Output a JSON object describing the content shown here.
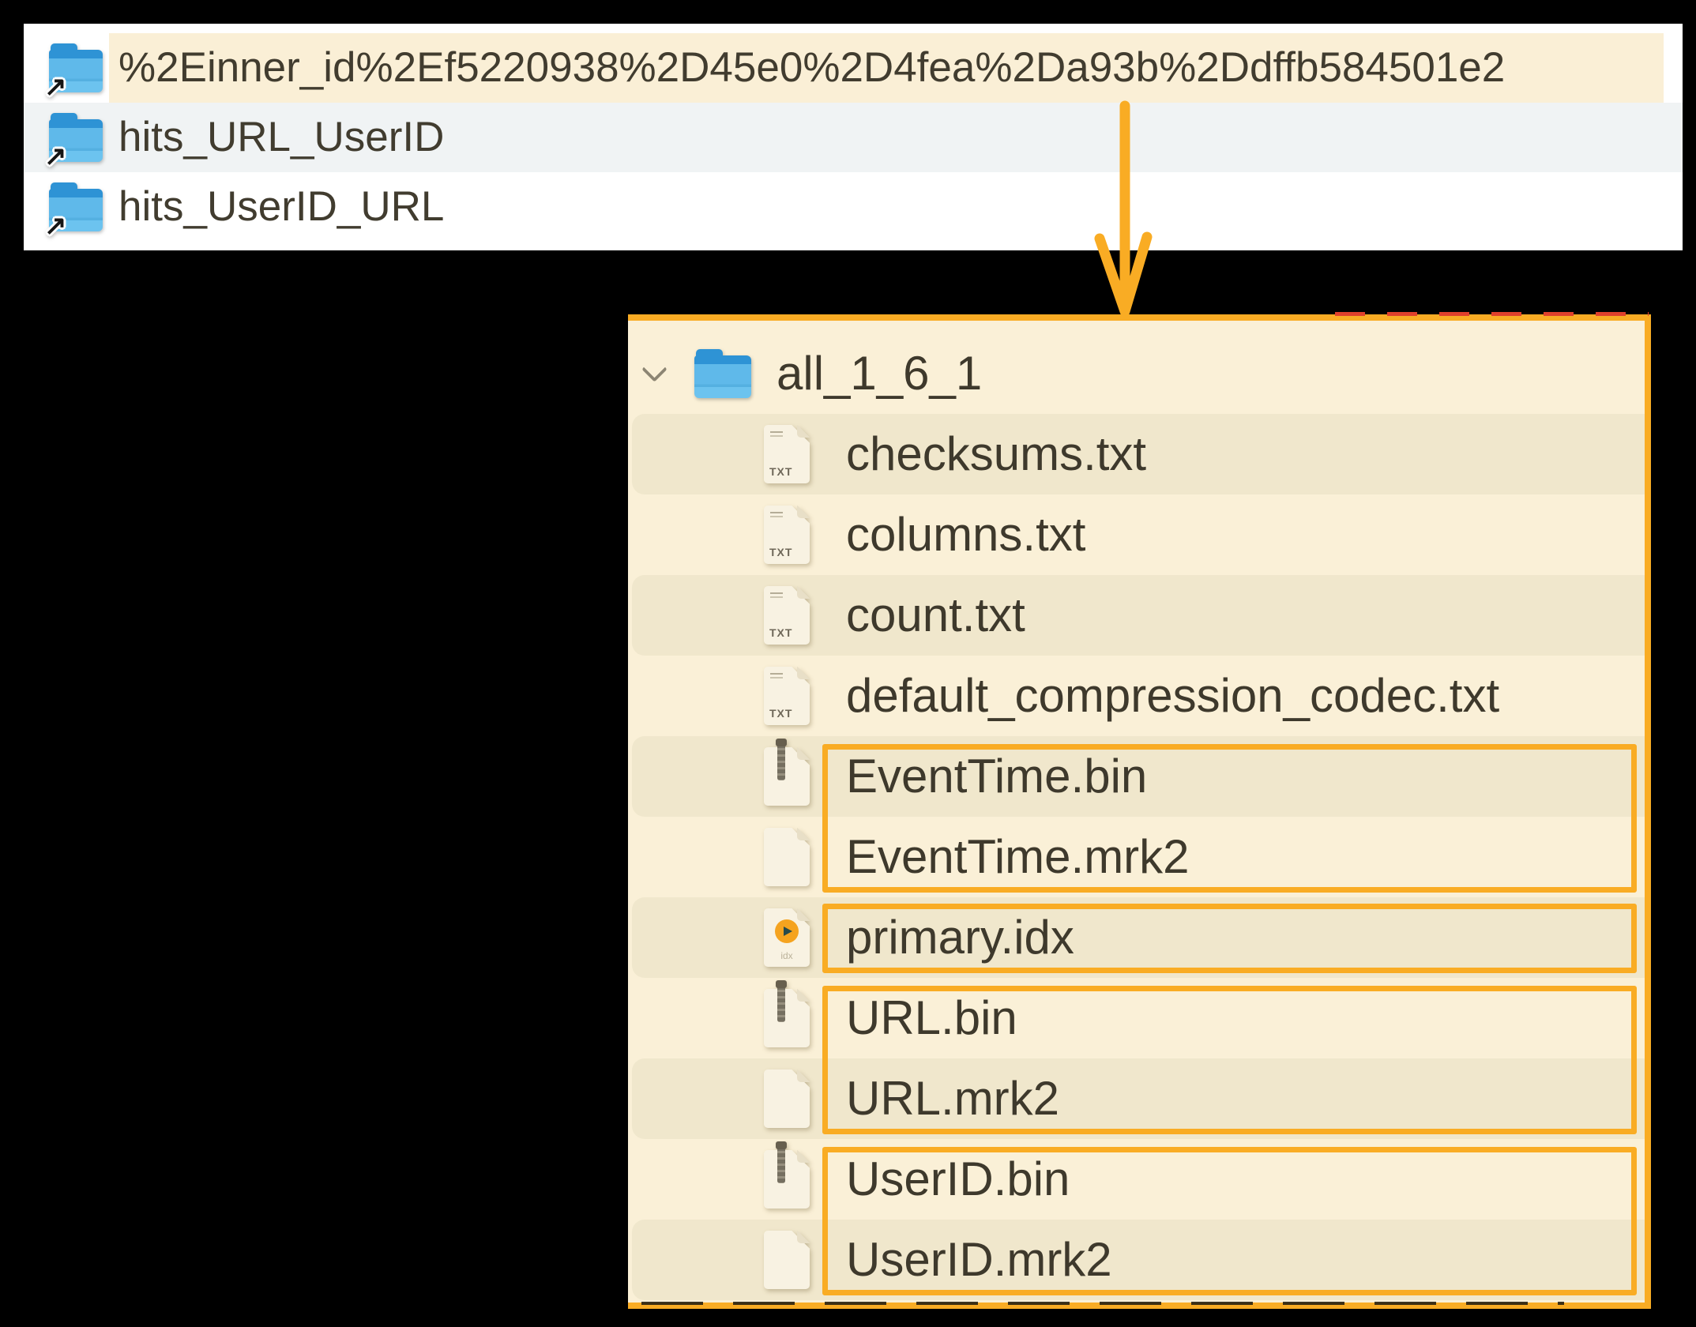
{
  "colors": {
    "canvas": "#000000",
    "accent_orange": "#F9AC24",
    "finder_bg": "#FFFFFF",
    "finder_alt_row": "#F0F3F4",
    "highlight_cream": "#FAEFD6",
    "tree_panel_bg": "#FAF0D7",
    "tree_stripe": "#F0E7CC",
    "text": "#3E392C",
    "red_dash": "#E0402C"
  },
  "icons": {
    "alias_arrow": "↗"
  },
  "finder_list": {
    "items": [
      {
        "label": "%2Einner_id%2Ef5220938%2D45e0%2D4fea%2Da93b%2Ddffb584501e2",
        "icon": "alias-folder",
        "highlighted": true
      },
      {
        "label": "hits_URL_UserID",
        "icon": "alias-folder",
        "highlighted": false
      },
      {
        "label": "hits_UserID_URL",
        "icon": "alias-folder",
        "highlighted": false
      }
    ]
  },
  "part_tree": {
    "root": {
      "label": "all_1_6_1",
      "icon": "folder",
      "expanded": true
    },
    "txt_badge": "TXT",
    "idx_badge": "idx",
    "files": [
      {
        "name": "checksums.txt",
        "icon": "text-file"
      },
      {
        "name": "columns.txt",
        "icon": "text-file"
      },
      {
        "name": "count.txt",
        "icon": "text-file"
      },
      {
        "name": "default_compression_codec.txt",
        "icon": "text-file"
      },
      {
        "name": "EventTime.bin",
        "icon": "binary-file"
      },
      {
        "name": "EventTime.mrk2",
        "icon": "blank-file"
      },
      {
        "name": "primary.idx",
        "icon": "index-file"
      },
      {
        "name": "URL.bin",
        "icon": "binary-file"
      },
      {
        "name": "URL.mrk2",
        "icon": "blank-file"
      },
      {
        "name": "UserID.bin",
        "icon": "binary-file"
      },
      {
        "name": "UserID.mrk2",
        "icon": "blank-file"
      }
    ],
    "highlight_boxes": [
      "EventTime.bin + EventTime.mrk2",
      "primary.idx",
      "URL.bin + URL.mrk2",
      "UserID.bin + UserID.mrk2"
    ]
  }
}
